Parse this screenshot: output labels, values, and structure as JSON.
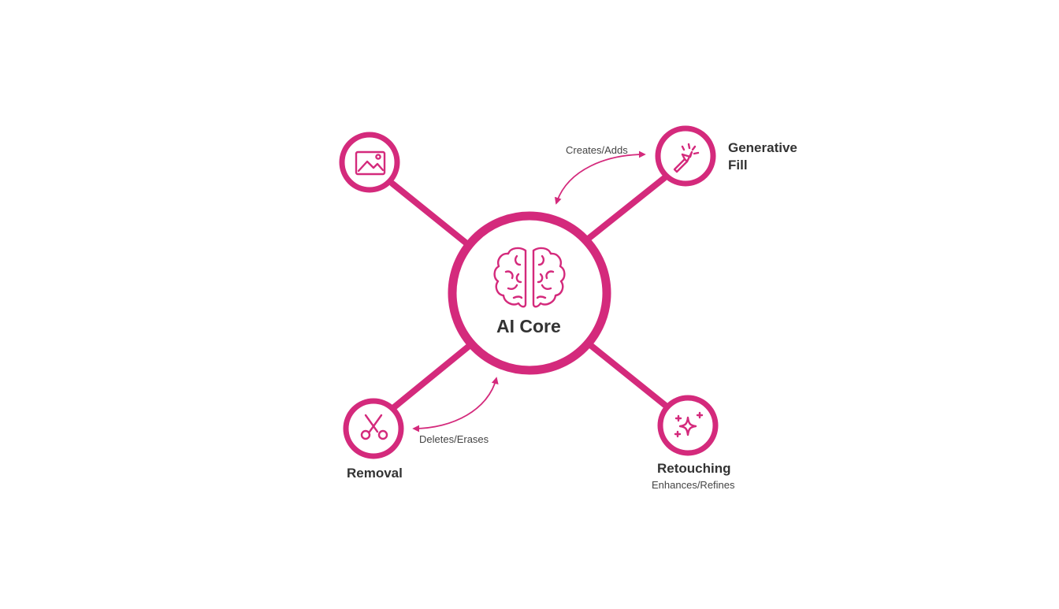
{
  "diagram": {
    "accent_color": "#d42a7c",
    "text_color": "#333333",
    "core": {
      "title": "AI Core",
      "icon": "brain-icon"
    },
    "nodes": [
      {
        "id": "image",
        "title": "",
        "icon": "image-icon",
        "subtitle": ""
      },
      {
        "id": "generative-fill",
        "title_line1": "Generative",
        "title_line2": "Fill",
        "icon": "magic-wand-icon"
      },
      {
        "id": "removal",
        "title": "Removal",
        "icon": "scissors-icon"
      },
      {
        "id": "retouching",
        "title": "Retouching",
        "subtitle": "Enhances/Refines",
        "icon": "sparkles-icon"
      }
    ],
    "arrows": [
      {
        "label": "Creates/Adds",
        "between": [
          "generative-fill",
          "core"
        ]
      },
      {
        "label": "Deletes/Erases",
        "between": [
          "removal",
          "core"
        ]
      }
    ]
  }
}
